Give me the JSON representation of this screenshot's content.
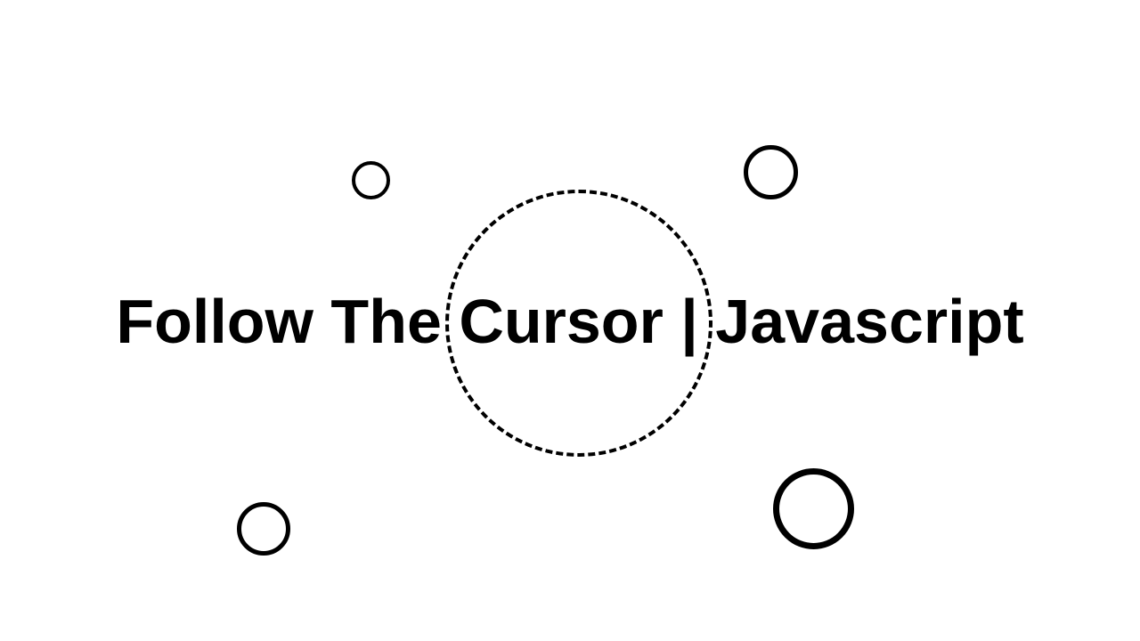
{
  "page": {
    "title": "Follow The Cursor | Javascript"
  },
  "colors": {
    "background": "#ffffff",
    "foreground": "#000000"
  },
  "decorations": {
    "rings": [
      "circle-outline",
      "circle-outline",
      "circle-outline",
      "circle-outline"
    ],
    "cursor": "dashed-circle-follower"
  }
}
